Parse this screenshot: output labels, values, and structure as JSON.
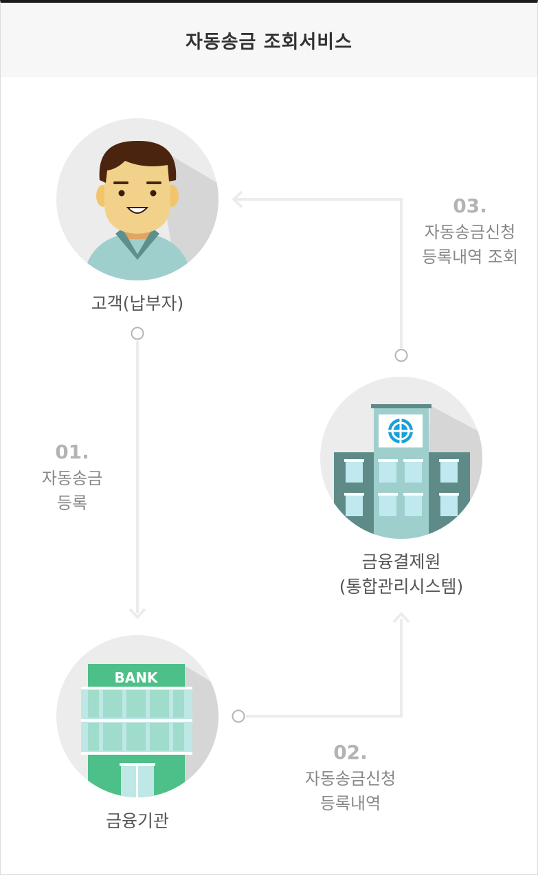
{
  "header": {
    "title": "자동송금 조회서비스"
  },
  "nodes": {
    "customer": {
      "label": "고객(납부자)"
    },
    "bank": {
      "label": "금융기관",
      "sign": "BANK"
    },
    "kftc": {
      "label_line1": "금융결제원",
      "label_line2": "(통합관리시스템)"
    }
  },
  "steps": [
    {
      "num": "01.",
      "line1": "자동송금",
      "line2": "등록"
    },
    {
      "num": "02.",
      "line1": "자동송금신청",
      "line2": "등록내역"
    },
    {
      "num": "03.",
      "line1": "자동송금신청",
      "line2": "등록내역 조회"
    }
  ],
  "colors": {
    "connector": "#ececec",
    "circle_bg": "#ececec",
    "bank_green": "#4dbf88",
    "building_teal": "#5e8b88"
  }
}
